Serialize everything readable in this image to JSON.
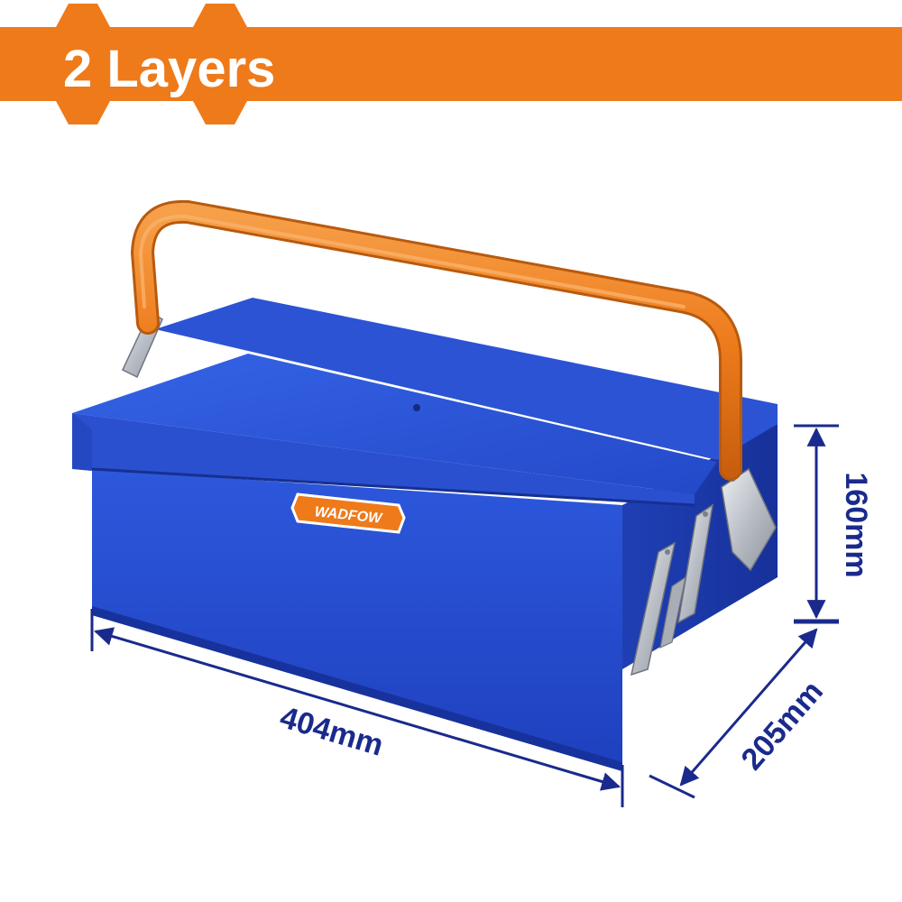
{
  "banner": {
    "title": "2 Layers"
  },
  "product": {
    "brand": "WADFOW"
  },
  "dimensions": {
    "length": "404mm",
    "width": "205mm",
    "height": "160mm"
  },
  "colors": {
    "banner_orange": "#EE7A1A",
    "box_blue": "#2146C7",
    "box_blue_dark": "#1A37A6",
    "box_blue_light": "#2E5BE0",
    "handle_orange": "#F0862A",
    "dimension_navy": "#1A2A8C",
    "hardware_silver": "#C8CCD2"
  }
}
